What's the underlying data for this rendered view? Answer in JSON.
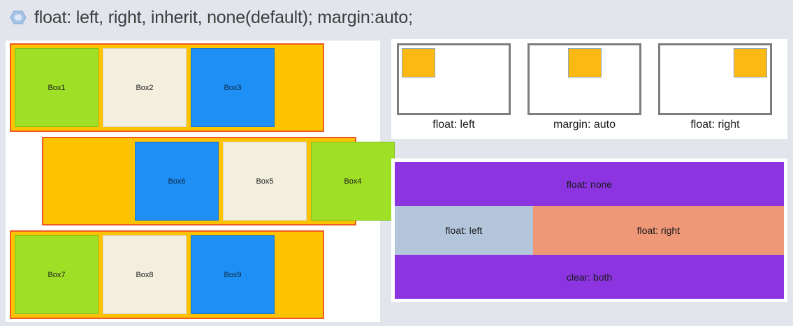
{
  "header": {
    "icon": "hexagon-bullet-icon",
    "title": "float: left, right, inherit, none(default); margin:auto;"
  },
  "colors": {
    "page_background": "#e2e5ec",
    "panel_background": "#ffffff",
    "container_fill": "#fdc300",
    "container_border": "#ef5b23",
    "box_green": "#9fe027",
    "box_cream": "#f2efdf",
    "box_blue": "#1e90f5",
    "demo_frame_border": "#7d7d7d",
    "demo_square": "#fcb813",
    "band_purple": "#8b34e0",
    "band_blue": "#b3c6db",
    "band_salmon": "#ef9878"
  },
  "left_panel": {
    "rows": [
      {
        "align": "left",
        "boxes": [
          {
            "label": "Box1",
            "color": "green"
          },
          {
            "label": "Box2",
            "color": "cream"
          },
          {
            "label": "Box3",
            "color": "blue"
          }
        ]
      },
      {
        "align": "right",
        "boxes": [
          {
            "label": "Box6",
            "color": "blue"
          },
          {
            "label": "Box5",
            "color": "cream"
          },
          {
            "label": "Box4",
            "color": "green"
          }
        ]
      },
      {
        "align": "left",
        "boxes": [
          {
            "label": "Box7",
            "color": "green"
          },
          {
            "label": "Box8",
            "color": "cream"
          },
          {
            "label": "Box9",
            "color": "blue"
          }
        ]
      }
    ]
  },
  "right_top_panel": {
    "demos": [
      {
        "label": "float: left",
        "square_position": "left"
      },
      {
        "label": "margin: auto",
        "square_position": "center"
      },
      {
        "label": "float: right",
        "square_position": "right"
      }
    ]
  },
  "right_bottom_panel": {
    "bands": [
      {
        "label": "float: none",
        "style": "purple"
      },
      {
        "label": "float: left",
        "style": "blue"
      },
      {
        "label": "float: right",
        "style": "salmon"
      },
      {
        "label": "clear: both",
        "style": "purple"
      }
    ]
  }
}
